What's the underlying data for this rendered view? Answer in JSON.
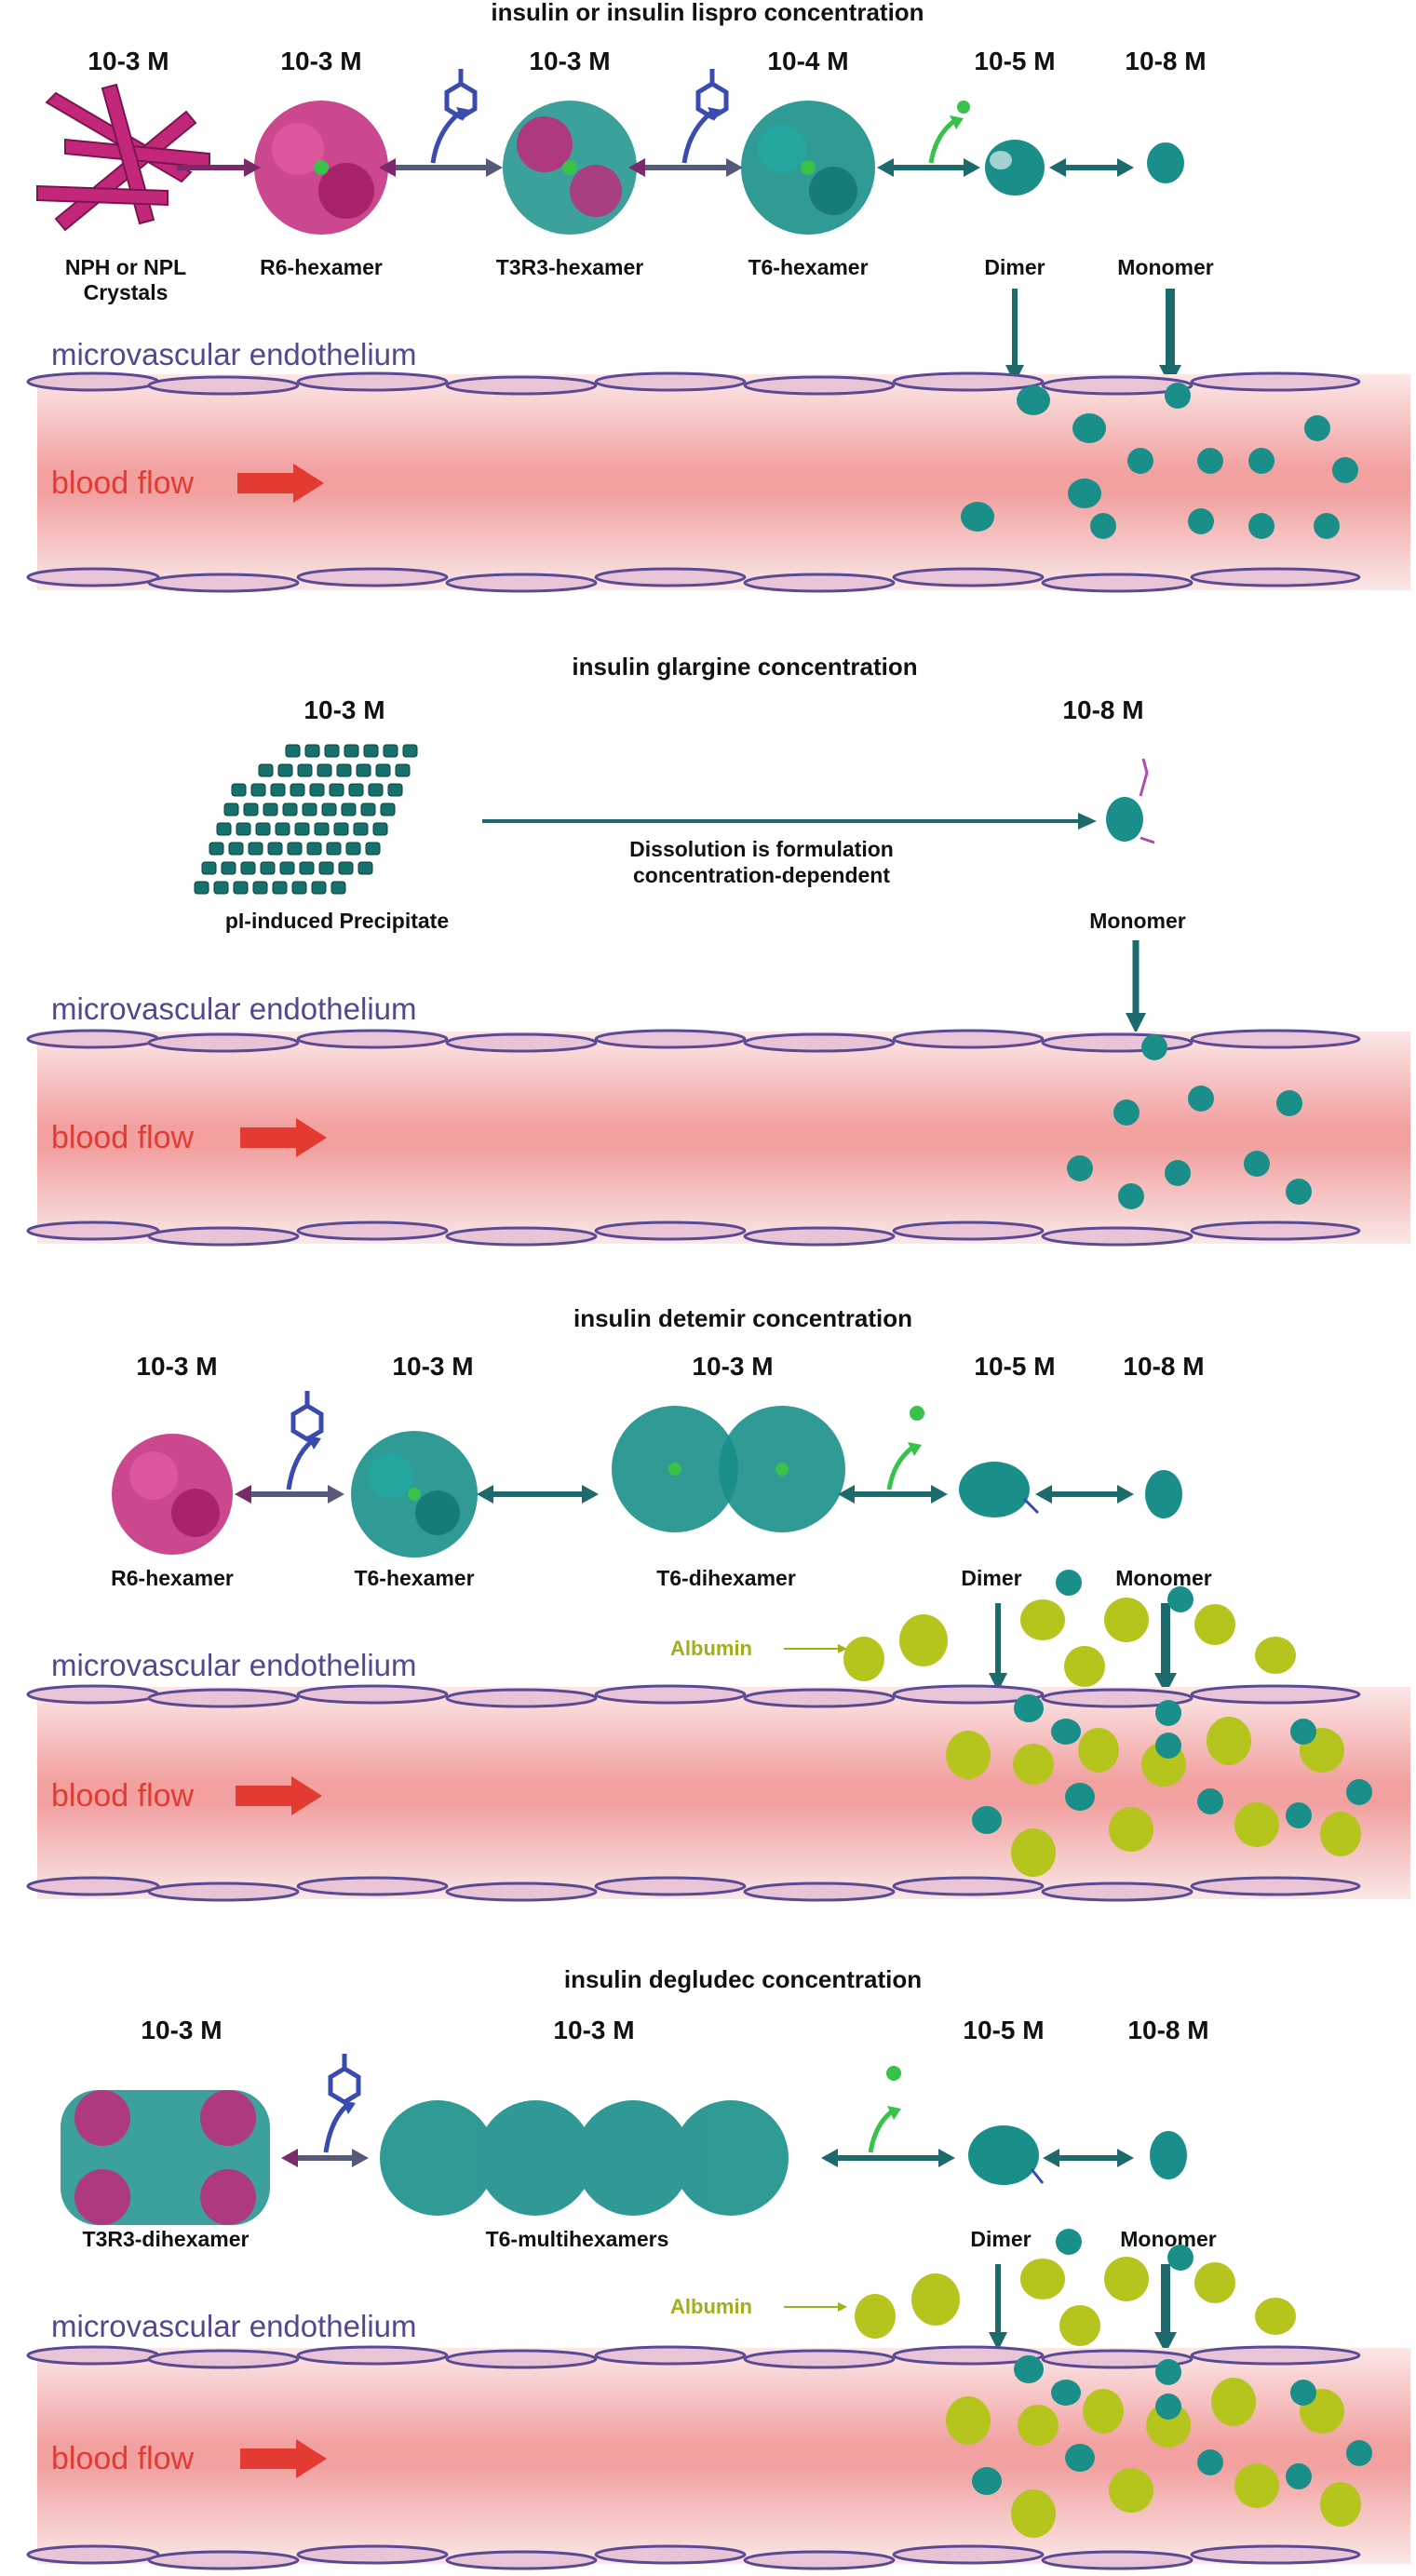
{
  "panels": [
    {
      "title": "insulin or insulin lispro concentration",
      "concentrations": [
        "10-3 M",
        "10-3 M",
        "10-3 M",
        "10-4 M",
        "10-5 M",
        "10-8 M"
      ],
      "labels": [
        "NPH or NPL",
        "Crystals",
        "R6-hexamer",
        "T3R3-hexamer",
        "T6-hexamer",
        "Dimer",
        "Monomer"
      ],
      "endothelium": "microvascular endothelium",
      "blood_flow": "blood flow"
    },
    {
      "title": "insulin glargine concentration",
      "concentrations": [
        "10-3 M",
        "10-8 M"
      ],
      "labels": [
        "pI-induced Precipitate",
        "Monomer"
      ],
      "note": [
        "Dissolution is formulation",
        "concentration-dependent"
      ],
      "endothelium": "microvascular endothelium",
      "blood_flow": "blood flow"
    },
    {
      "title": "insulin detemir concentration",
      "concentrations": [
        "10-3 M",
        "10-3 M",
        "10-3 M",
        "10-5 M",
        "10-8 M"
      ],
      "labels": [
        "R6-hexamer",
        "T6-hexamer",
        "T6-dihexamer",
        "Dimer",
        "Monomer"
      ],
      "albumin": "Albumin",
      "endothelium": "microvascular endothelium",
      "blood_flow": "blood flow"
    },
    {
      "title": "insulin degludec concentration",
      "concentrations": [
        "10-3 M",
        "10-3 M",
        "10-5 M",
        "10-8 M"
      ],
      "labels": [
        "T3R3-dihexamer",
        "T6-multihexamers",
        "Dimer",
        "Monomer"
      ],
      "albumin": "Albumin",
      "endothelium": "microvascular endothelium",
      "blood_flow": "blood flow"
    }
  ],
  "colors": {
    "magenta": "#c2277a",
    "teal": "#1a8f8a",
    "dark_teal": "#1c6a6b",
    "phenol_blue": "#3a4bb0",
    "zinc_green": "#39c24a",
    "albumin": "#b6c51e",
    "endothelium": "#5a4a93",
    "blood": "#f3a3a3"
  }
}
